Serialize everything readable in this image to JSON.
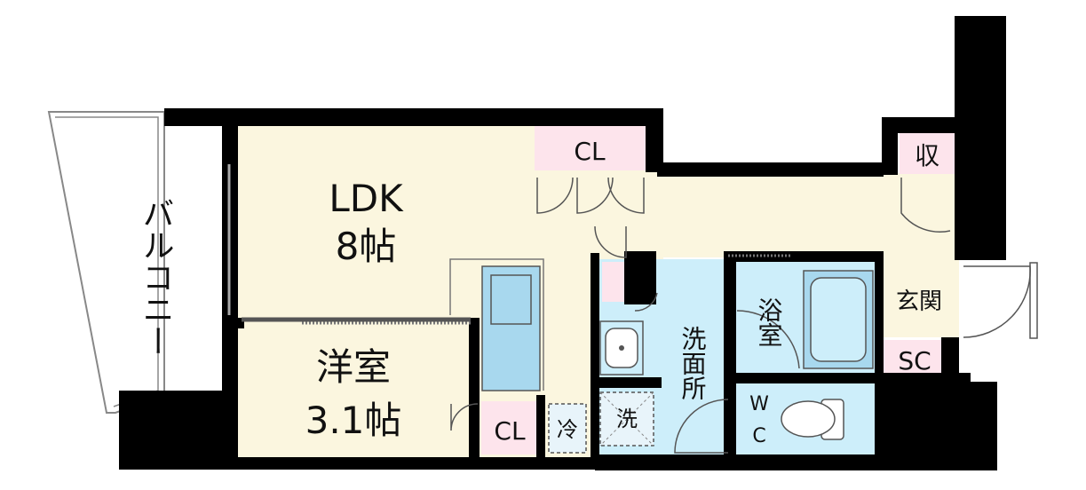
{
  "rooms": {
    "ldk": {
      "name": "LDK",
      "size": "8帖"
    },
    "western": {
      "name": "洋室",
      "size": "3.1帖"
    },
    "balcony": "バルコニー",
    "closet_ldk": "CL",
    "closet_western": "CL",
    "storage": "収",
    "entrance": "玄関",
    "shoe_closet": "SC",
    "washroom": "洗面所",
    "bath": "浴室",
    "wc_w": "W",
    "wc_c": "C",
    "fridge": "冷",
    "washer": "洗"
  },
  "colors": {
    "wall": "#000000",
    "room_beige": "#fbf6df",
    "wet_blue": "#cdeefa",
    "closet_pink": "#fde4ec",
    "fixture_blue": "#a8d8ee",
    "outline": "#555555"
  }
}
